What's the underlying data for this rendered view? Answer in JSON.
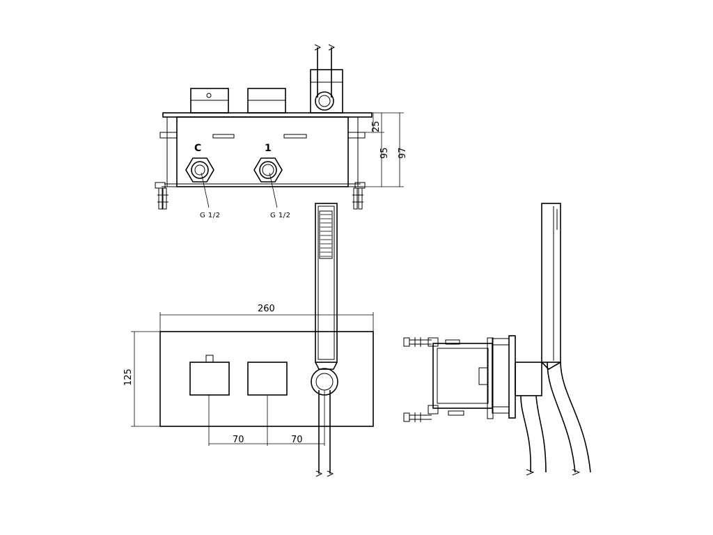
{
  "top_view": {
    "outlet_left_label": "C",
    "outlet_right_label": "1",
    "thread_left": "G 1/2",
    "thread_right": "G 1/2",
    "dim_25": "25",
    "dim_95": "95",
    "dim_97": "97"
  },
  "front_view": {
    "dim_width": "260",
    "dim_height": "125",
    "dim_spacing_1": "70",
    "dim_spacing_2": "70"
  }
}
